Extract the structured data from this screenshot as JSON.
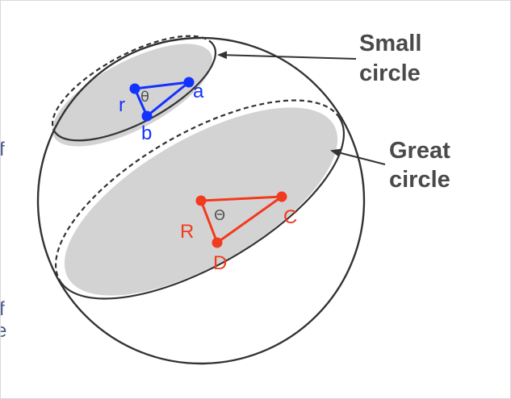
{
  "labels": {
    "small_circle_line1": "Small",
    "small_circle_line2": "circle",
    "great_circle_line1": "Great",
    "great_circle_line2": "circle"
  },
  "small_triangle": {
    "vertex_r": "r",
    "vertex_a": "a",
    "vertex_b": "b",
    "angle": "θ"
  },
  "great_triangle": {
    "vertex_r": "R",
    "vertex_c": "C",
    "vertex_d": "D",
    "angle": "Θ"
  },
  "edge_fragments": {
    "f1": "f",
    "f2": "f",
    "e1": "e"
  },
  "colors": {
    "small_triangle": "#1432ff",
    "great_triangle": "#f23a1f",
    "sphere_outline": "#333333",
    "plane_fill": "#d3d3d3",
    "callout_text": "#4a4a4a"
  }
}
